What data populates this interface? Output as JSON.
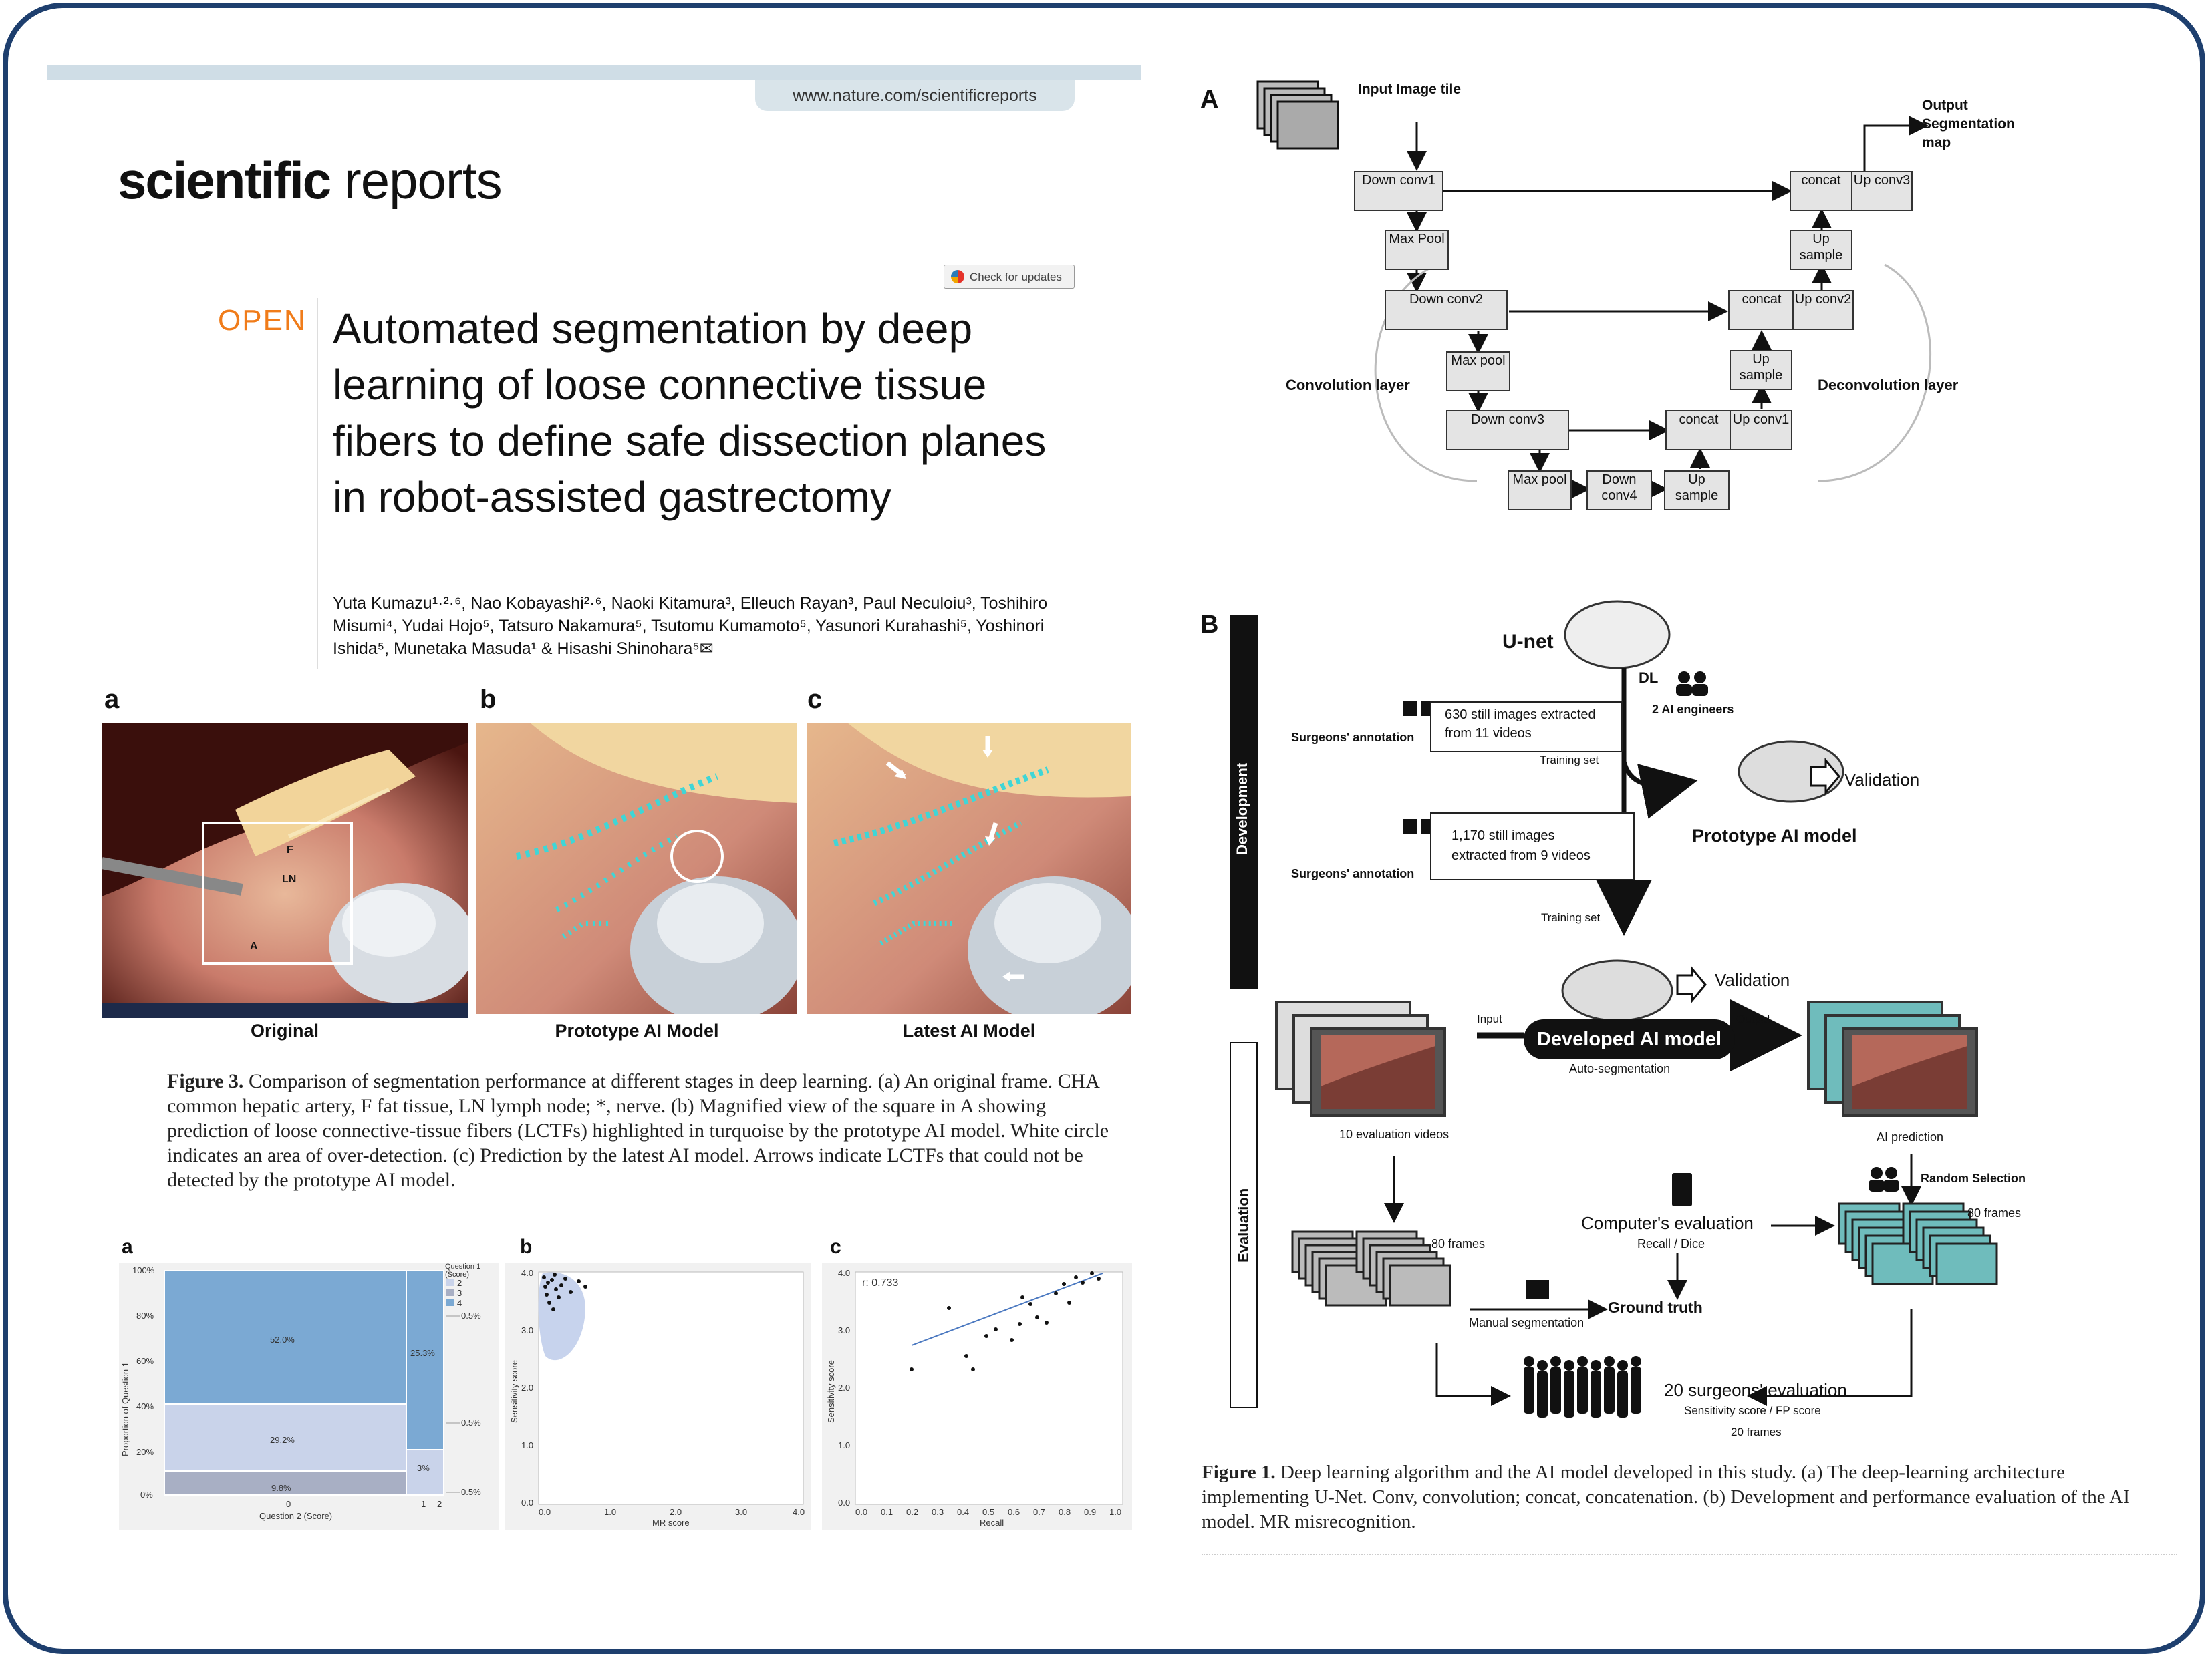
{
  "left": {
    "url": "www.nature.com/scientificreports",
    "journal_bold": "scientific",
    "journal_rest": " reports",
    "check_updates": "Check for updates",
    "open": "OPEN",
    "title": "Automated segmentation by deep learning of loose connective tissue fibers to define safe dissection planes in robot-assisted gastrectomy",
    "authors": "Yuta Kumazu¹·²·⁶, Nao Kobayashi²·⁶, Naoki Kitamura³, Elleuch Rayan³, Paul Neculoiu³, Toshihiro Misumi⁴, Yudai Hojo⁵, Tatsuro Nakamura⁵, Tsutomu Kumamoto⁵, Yasunori Kurahashi⁵, Yoshinori Ishida⁵, Munetaka Masuda¹ & Hisashi Shinohara⁵✉",
    "fig3": {
      "panel_a": "a",
      "panel_b": "b",
      "panel_c": "c",
      "label_a": "Original",
      "label_b": "Prototype AI Model",
      "label_c": "Latest AI Model",
      "photo_marks": {
        "F": "F",
        "LN": "LN",
        "A": "A"
      },
      "caption_head": "Figure 3.",
      "caption": "Comparison of segmentation performance at different stages in deep learning. (a) An original frame. CHA common hepatic artery, F fat tissue, LN lymph node; *, nerve. (b) Magnified view of the square in A showing prediction of loose connective-tissue fibers (LCTFs) highlighted in turquoise by the prototype AI model. White circle indicates an area of over-detection. (c) Prediction by the latest AI model. Arrows indicate LCTFs that could not be detected by the prototype AI model."
    },
    "charts": {
      "a": {
        "letter": "a",
        "ylabel": "Proportion of Question 1",
        "xlabel": "Question 2 (Score)",
        "yticks": [
          "100%",
          "80%",
          "60%",
          "40%",
          "20%",
          "0%"
        ],
        "xticks": [
          "0",
          "1",
          "2"
        ],
        "legend_title": "Question 1 (Score)",
        "legend_items": [
          "2",
          "3",
          "4"
        ],
        "labels": {
          "main_top": "52.0%",
          "main_mid": "29.2%",
          "main_bot": "9.8%",
          "right_top": "25.3%",
          "right_bot": "3%"
        },
        "side_labels": [
          "0.5%",
          "0.5%",
          "0.5%"
        ]
      },
      "b": {
        "letter": "b",
        "ylabel": "Sensitivity score",
        "xlabel": "MR score",
        "yticks": [
          "4.0",
          "3.0",
          "2.0",
          "1.0",
          "0.0"
        ],
        "xticks": [
          "0.0",
          "1.0",
          "2.0",
          "3.0",
          "4.0"
        ]
      },
      "c": {
        "letter": "c",
        "ylabel": "Sensitivity score",
        "xlabel": "Recall",
        "r_label": "r: 0.733",
        "yticks": [
          "4.0",
          "3.0",
          "2.0",
          "1.0",
          "0.0"
        ],
        "xticks": [
          "0.0",
          "0.1",
          "0.2",
          "0.3",
          "0.4",
          "0.5",
          "0.6",
          "0.7",
          "0.8",
          "0.9",
          "1.0"
        ]
      }
    }
  },
  "right": {
    "panel_A": "A",
    "unet": {
      "input": "Input Image tile",
      "output": "Output Segmentation map",
      "conv_layer": "Convolution layer",
      "deconv_layer": "Deconvolution layer",
      "blocks": {
        "down1": "Down conv1",
        "down2": "Down conv2",
        "down3": "Down conv3",
        "down4": "Down conv4",
        "pool1": "Max Pool",
        "pool2": "Max pool",
        "pool3": "Max pool",
        "up1": "Up conv1",
        "up2": "Up conv2",
        "up3": "Up conv3",
        "sample1": "Up sample",
        "sample2": "Up sample",
        "sample3": "Up sample",
        "concat1": "concat",
        "concat2": "concat",
        "concat3": "concat"
      }
    },
    "panel_B": "B",
    "flow": {
      "development": "Development",
      "evaluation": "Evaluation",
      "unet": "U-net",
      "dl": "DL",
      "ai_engineers": "2 AI engineers",
      "surgeons_annotation_1": "Surgeons' annotation",
      "surgeons_annotation_2": "Surgeons' annotation",
      "set1": "630 still images extracted from 11 videos",
      "set2": "1,170 still images extracted from 9 videos",
      "training_set_1": "Training set",
      "training_set_2": "Training set",
      "validation_1": "Validation",
      "validation_2": "Validation",
      "prototype": "Prototype AI model",
      "input": "Input",
      "output": "Output",
      "developed": "Developed AI model",
      "auto_seg": "Auto-segmentation",
      "eval_videos": "10 evaluation videos",
      "ai_prediction": "AI prediction",
      "random_selection": "Random Selection",
      "frames_80a": "80 frames",
      "frames_80b": "80 frames",
      "computer_eval": "Computer's evaluation",
      "recall_dice": "Recall / Dice",
      "manual_seg": "Manual segmentation",
      "ground_truth": "Ground truth",
      "surgeons_eval": "20 surgeons' evaluation",
      "score_line": "Sensitivity score / FP score",
      "frames_20": "20 frames"
    },
    "fig1": {
      "caption_head": "Figure 1.",
      "caption": "Deep learning algorithm and the AI model developed in this study. (a) The deep-learning architecture implementing U-Net. Conv, convolution; concat, concatenation. (b) Development and performance evaluation of the AI model. MR misrecognition."
    }
  },
  "colors": {
    "border": "#1e3f6e",
    "open": "#f07c1a",
    "turquoise": "#3fd6d6",
    "teal_frames": "#6fbcbc",
    "bar_blue": "#7ba9d3",
    "bar_light": "#c9d3ea"
  }
}
